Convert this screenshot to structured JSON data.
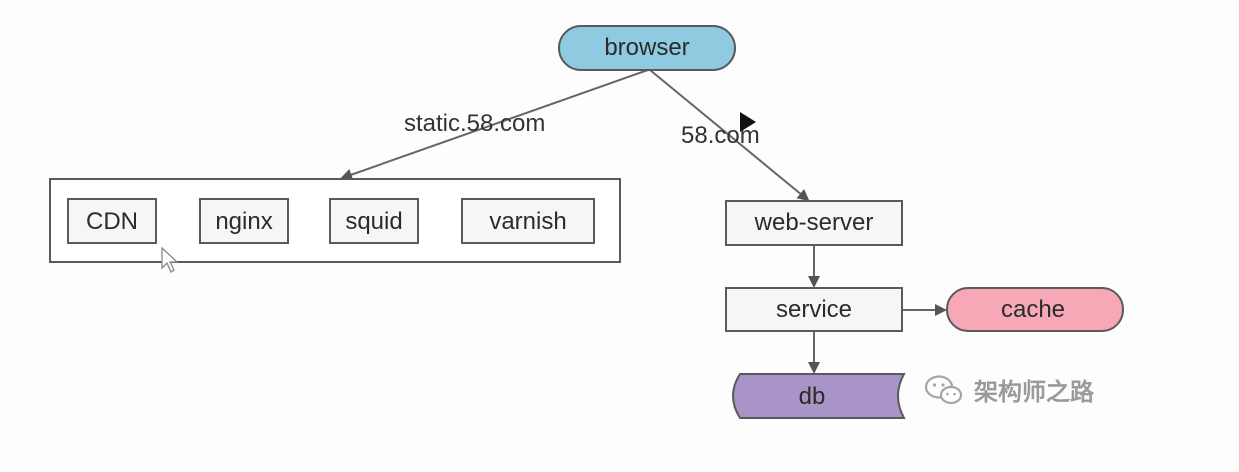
{
  "nodes": {
    "browser": "browser",
    "cdn": "CDN",
    "nginx": "nginx",
    "squid": "squid",
    "varnish": "varnish",
    "web_server": "web-server",
    "service": "service",
    "cache": "cache",
    "db": "db"
  },
  "edges": {
    "static_label": "static.58.com",
    "dynamic_label": "58.com"
  },
  "watermark": {
    "text": "架构师之路",
    "icon": "wechat-icon"
  },
  "overlay": {
    "play_icon": "play-icon",
    "cursor_icon": "mouse-pointer-icon"
  },
  "colors": {
    "browser_fill": "#8ecbe0",
    "cache_fill": "#f7a8b6",
    "db_fill": "#a894c6",
    "box_fill": "#f6f6f8",
    "stroke": "#5a5a5a"
  }
}
